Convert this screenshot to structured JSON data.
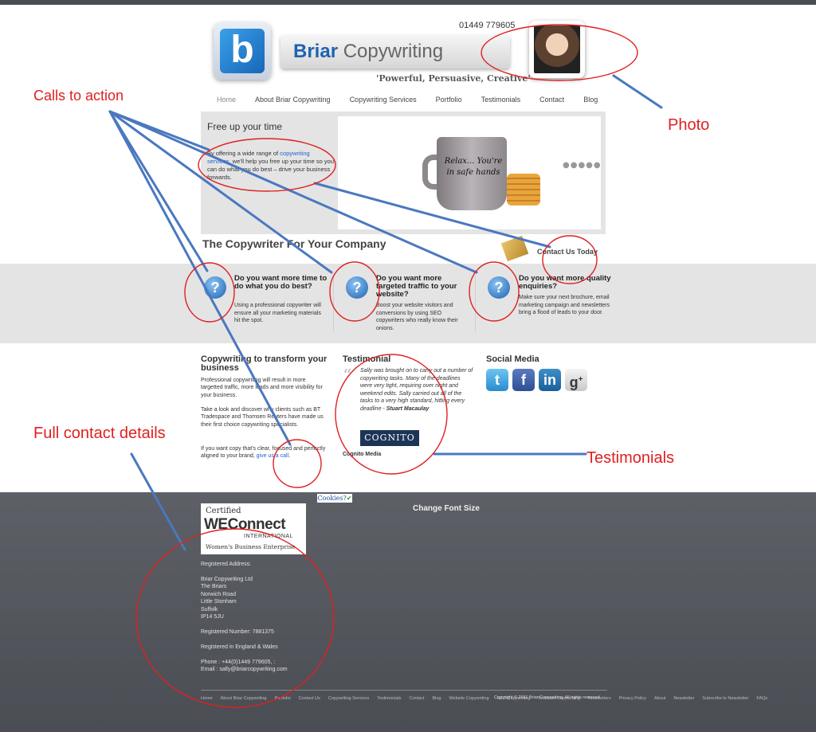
{
  "header": {
    "phone": "01449 779605",
    "brand_bold": "Briar",
    "brand_rest": "Copywriting",
    "logo_letter": "b",
    "tagline": "'Powerful, Persuasive, Creative'"
  },
  "nav": {
    "items": [
      "Home",
      "About Briar Copywriting",
      "Copywriting Services",
      "Portfolio",
      "Testimonials",
      "Contact",
      "Blog"
    ]
  },
  "slider": {
    "title": "Free up your time",
    "text_before": "By offering a wide range of ",
    "link": "copywriting services",
    "text_after": ", we'll help you free up your time so you can do what you do best – drive your business forwards.",
    "mug_text": "Relax... You're in safe hands",
    "dots": "●●●●●"
  },
  "strap": {
    "headline": "The Copywriter For Your Company",
    "contact_today": "Contact Us Today"
  },
  "features": [
    {
      "title": "Do you want more time to do what you do best?",
      "text": "Using a professional copywriter will ensure all your marketing materials hit the spot."
    },
    {
      "title": "Do you want more targeted traffic to your website?",
      "text": "Boost your website visitors and conversions by using SEO copywriters who really know their onions."
    },
    {
      "title": "Do you want more quality enquiries?",
      "text": "Make sure your next brochure, email marketing campaign and newsletters bring a flood of leads to your door."
    }
  ],
  "transform": {
    "title": "Copywriting to transform your business",
    "p1": "Professional copywriting will result in more targetted traffic, more leads and more visibility for your business.",
    "p2": "Take a look and discover why clients such as BT Tradespace and Thomsen Reuters have made us their first choice copywriting specialists.",
    "p3_before": "If you want copy that's clear, focused and perfectly aligned to your brand, ",
    "p3_link": "give us a call",
    "p3_after": "."
  },
  "testimonial": {
    "title": "Testimonial",
    "quote": "Sally was brought on to carry out a number of copywriting tasks. Many of the deadlines were very tight, requiring over night and weekend edits. Sally carried out all of the tasks to a very high standard, hitting every deadline - ",
    "author": "Stuart Macaulay",
    "logo": "COGNITO",
    "company": "Cognito Media"
  },
  "social": {
    "title": "Social Media",
    "icons": [
      "twitter-icon",
      "facebook-icon",
      "linkedin-icon",
      "google-plus-icon"
    ]
  },
  "footer": {
    "cookies": "Cookies?",
    "font_size": "Change Font Size",
    "badge_certified": "Certified",
    "badge_we": "WEConnect",
    "badge_int": "INTERNATIONAL",
    "badge_wbe": "Women's Business Enterprise",
    "reg_address_label": "Registered Address:",
    "address": [
      "Briar Copywriting Ltd",
      "The Briars",
      "Norwich Road",
      "Little Stonham",
      "Suffolk",
      "IP14 5JU"
    ],
    "reg_number": "Registered Number: 7881375",
    "reg_country": "Registered in England & Wales",
    "phone": "Phone : +44(0)1449 779605, :",
    "email": "Email : sally@briarcopywriting.com",
    "links": [
      "Home",
      "About Briar Copywriting",
      "Portfolio",
      "Contact Us",
      "Copywriting Services",
      "Testimonials",
      "Contact",
      "Blog",
      "Website Copywriting",
      "SEO Copywriting",
      "Brochure Copywriting",
      "Newsletters",
      "Privacy Policy",
      "About",
      "Newsletter",
      "Subscribe to Newsletter",
      "FAQs"
    ],
    "copyright": "Copyright © 2011 Briar Copywriting. All rights reserved"
  },
  "annotations": {
    "calls_to_action": "Calls to action",
    "photo": "Photo",
    "full_contact": "Full contact details",
    "testimonials": "Testimonials",
    "colors": {
      "ellipse": "#e02020",
      "line": "#4a78c0"
    }
  }
}
